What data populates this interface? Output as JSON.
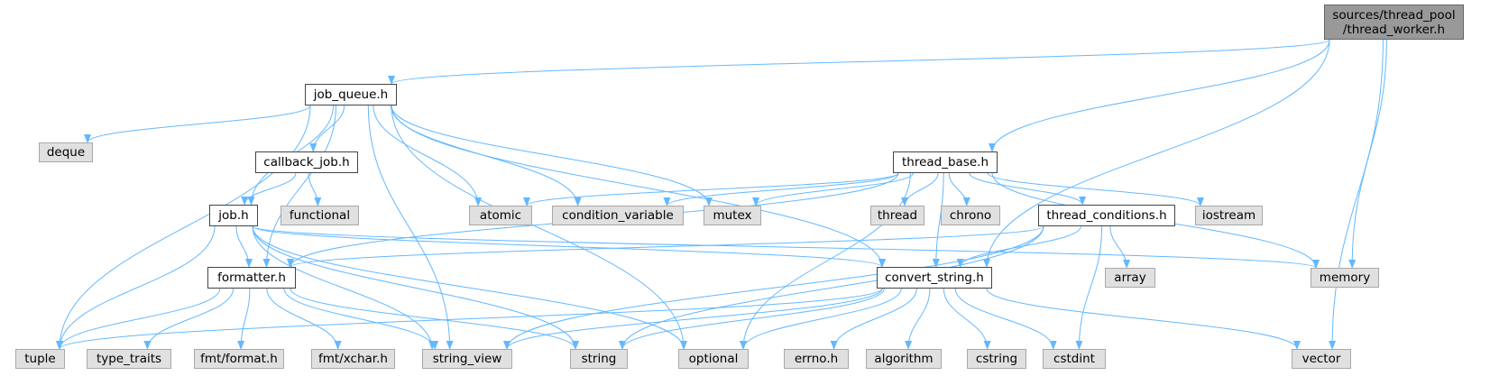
{
  "graph": {
    "edge_color": "#63b8ff",
    "colors": {
      "root_fill": "#999999",
      "local_fill": "#ffffff",
      "system_fill": "#e0e0e0",
      "border": "#666666"
    },
    "nodes": {
      "root": {
        "label": "sources/thread_pool /thread_worker.h",
        "line1": "sources/thread_pool",
        "line2": "/thread_worker.h"
      },
      "job_queue": {
        "label": "job_queue.h"
      },
      "thread_base": {
        "label": "thread_base.h"
      },
      "callback_job": {
        "label": "callback_job.h"
      },
      "job": {
        "label": "job.h"
      },
      "thread_conditions": {
        "label": "thread_conditions.h"
      },
      "formatter": {
        "label": "formatter.h"
      },
      "convert_string": {
        "label": "convert_string.h"
      },
      "deque": {
        "label": "deque"
      },
      "functional": {
        "label": "functional"
      },
      "atomic": {
        "label": "atomic"
      },
      "condition_variable": {
        "label": "condition_variable"
      },
      "mutex": {
        "label": "mutex"
      },
      "thread": {
        "label": "thread"
      },
      "chrono": {
        "label": "chrono"
      },
      "iostream": {
        "label": "iostream"
      },
      "array": {
        "label": "array"
      },
      "memory": {
        "label": "memory"
      },
      "tuple": {
        "label": "tuple"
      },
      "type_traits": {
        "label": "type_traits"
      },
      "fmt_format": {
        "label": "fmt/format.h"
      },
      "fmt_xchar": {
        "label": "fmt/xchar.h"
      },
      "string_view": {
        "label": "string_view"
      },
      "string": {
        "label": "string"
      },
      "optional": {
        "label": "optional"
      },
      "errno": {
        "label": "errno.h"
      },
      "algorithm": {
        "label": "algorithm"
      },
      "cstring": {
        "label": "cstring"
      },
      "cstdint": {
        "label": "cstdint"
      },
      "vector": {
        "label": "vector"
      }
    },
    "edges": [
      [
        "root",
        "job_queue"
      ],
      [
        "root",
        "thread_base"
      ],
      [
        "root",
        "convert_string"
      ],
      [
        "root",
        "memory"
      ],
      [
        "root",
        "vector"
      ],
      [
        "job_queue",
        "deque"
      ],
      [
        "job_queue",
        "tuple"
      ],
      [
        "job_queue",
        "callback_job"
      ],
      [
        "job_queue",
        "job"
      ],
      [
        "job_queue",
        "formatter"
      ],
      [
        "job_queue",
        "string_view"
      ],
      [
        "job_queue",
        "optional"
      ],
      [
        "job_queue",
        "convert_string"
      ],
      [
        "job_queue",
        "atomic"
      ],
      [
        "job_queue",
        "condition_variable"
      ],
      [
        "job_queue",
        "mutex"
      ],
      [
        "callback_job",
        "job"
      ],
      [
        "callback_job",
        "functional"
      ],
      [
        "job",
        "formatter"
      ],
      [
        "job",
        "tuple"
      ],
      [
        "job",
        "string_view"
      ],
      [
        "job",
        "string"
      ],
      [
        "job",
        "optional"
      ],
      [
        "job",
        "convert_string"
      ],
      [
        "job",
        "memory"
      ],
      [
        "thread_base",
        "atomic"
      ],
      [
        "thread_base",
        "condition_variable"
      ],
      [
        "thread_base",
        "mutex"
      ],
      [
        "thread_base",
        "thread"
      ],
      [
        "thread_base",
        "chrono"
      ],
      [
        "thread_base",
        "thread_conditions"
      ],
      [
        "thread_base",
        "iostream"
      ],
      [
        "thread_base",
        "memory"
      ],
      [
        "thread_base",
        "formatter"
      ],
      [
        "thread_base",
        "optional"
      ],
      [
        "thread_base",
        "convert_string"
      ],
      [
        "thread_conditions",
        "formatter"
      ],
      [
        "thread_conditions",
        "convert_string"
      ],
      [
        "thread_conditions",
        "array"
      ],
      [
        "thread_conditions",
        "cstdint"
      ],
      [
        "thread_conditions",
        "string"
      ],
      [
        "thread_conditions",
        "string_view"
      ],
      [
        "formatter",
        "tuple"
      ],
      [
        "formatter",
        "type_traits"
      ],
      [
        "formatter",
        "fmt_format"
      ],
      [
        "formatter",
        "fmt_xchar"
      ],
      [
        "formatter",
        "string_view"
      ],
      [
        "formatter",
        "string"
      ],
      [
        "convert_string",
        "tuple"
      ],
      [
        "convert_string",
        "string_view"
      ],
      [
        "convert_string",
        "string"
      ],
      [
        "convert_string",
        "optional"
      ],
      [
        "convert_string",
        "errno"
      ],
      [
        "convert_string",
        "algorithm"
      ],
      [
        "convert_string",
        "cstring"
      ],
      [
        "convert_string",
        "cstdint"
      ],
      [
        "convert_string",
        "vector"
      ]
    ]
  }
}
